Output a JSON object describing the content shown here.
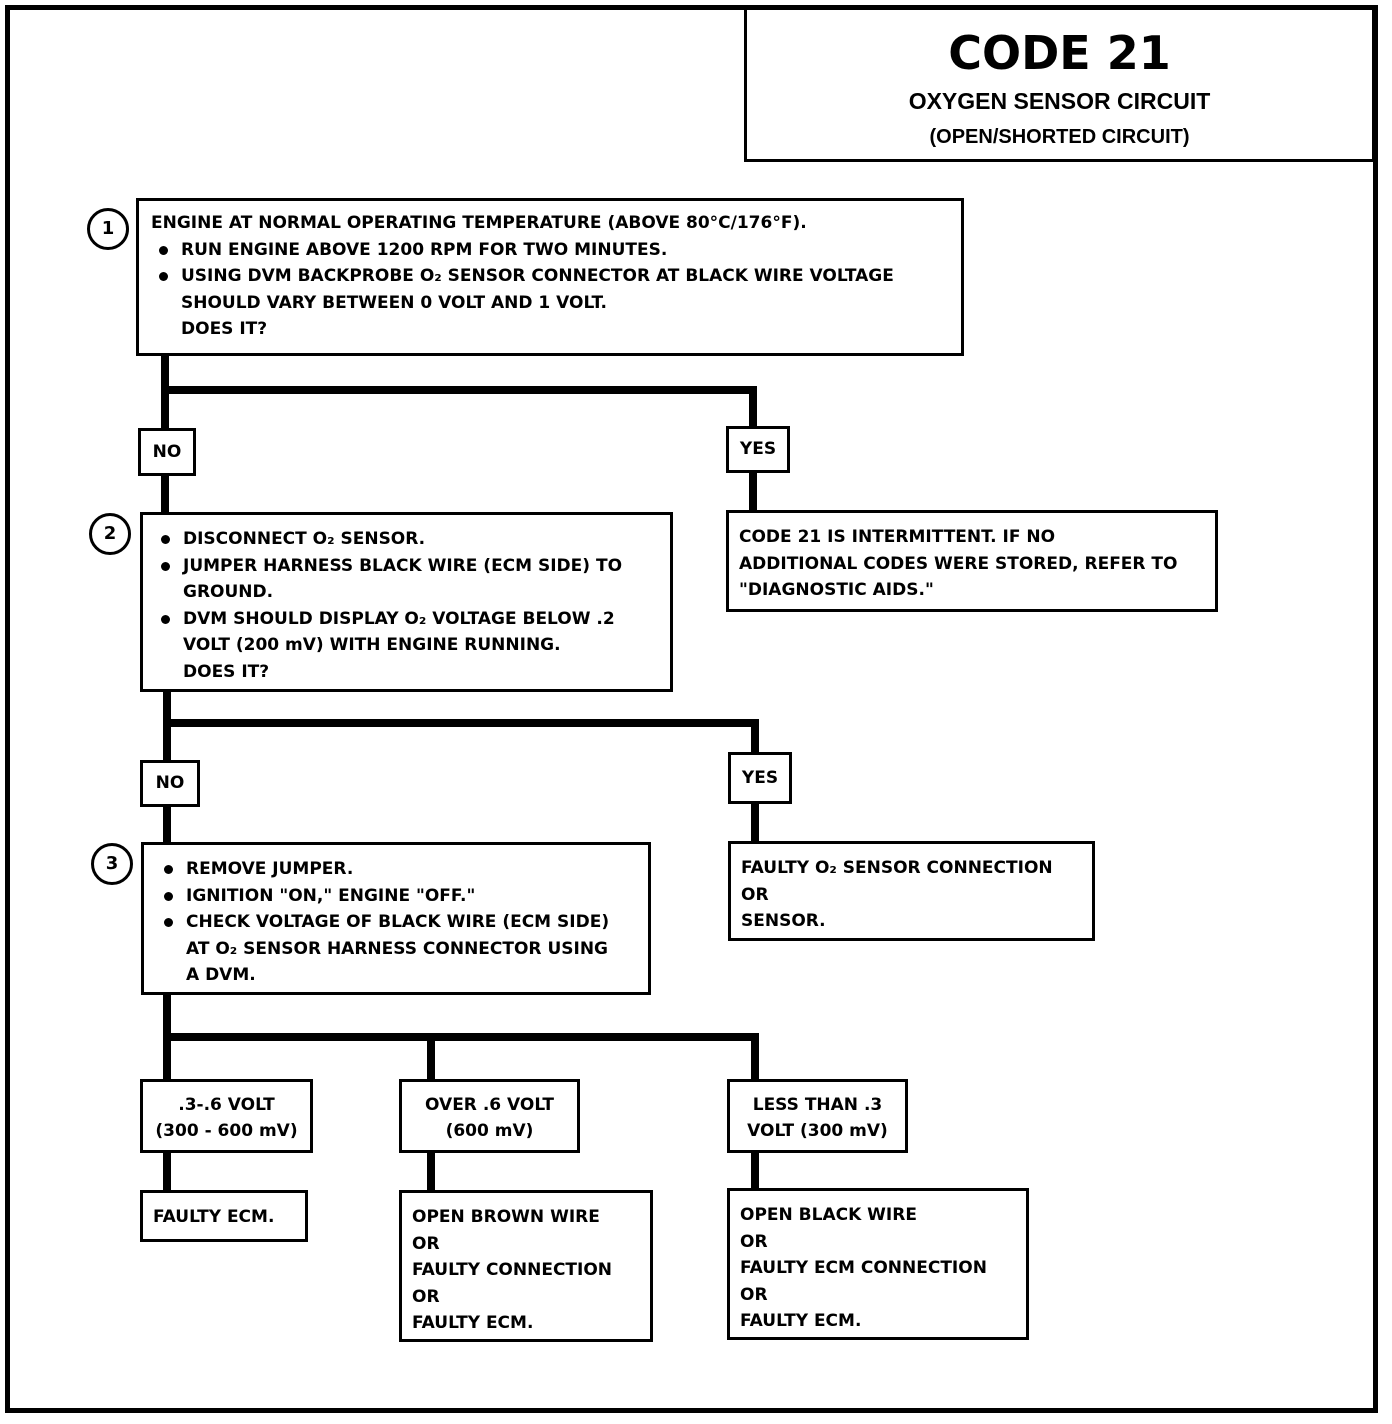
{
  "header": {
    "code": "CODE 21",
    "subtitle": "OXYGEN SENSOR CIRCUIT",
    "subtitle2": "(OPEN/SHORTED CIRCUIT)"
  },
  "steps": [
    {
      "number": "1",
      "lines": [
        "ENGINE AT NORMAL OPERATING TEMPERATURE (ABOVE 80°C/176°F).",
        "RUN ENGINE ABOVE 1200 RPM FOR TWO MINUTES.",
        "USING DVM BACKPROBE O₂ SENSOR CONNECTOR AT BLACK WIRE VOLTAGE",
        "SHOULD VARY BETWEEN 0 VOLT AND 1 VOLT.",
        "DOES IT?"
      ]
    },
    {
      "number": "2",
      "lines": [
        "DISCONNECT O₂ SENSOR.",
        "JUMPER HARNESS BLACK WIRE (ECM SIDE) TO",
        "GROUND.",
        "DVM SHOULD DISPLAY O₂ VOLTAGE BELOW .2",
        "VOLT (200 mV) WITH ENGINE RUNNING.",
        "DOES IT?"
      ]
    },
    {
      "number": "3",
      "lines": [
        "REMOVE JUMPER.",
        "IGNITION \"ON,\"  ENGINE  \"OFF.\"",
        "CHECK VOLTAGE OF BLACK WIRE (ECM SIDE)",
        "AT O₂ SENSOR HARNESS CONNECTOR USING",
        "A DVM."
      ]
    }
  ],
  "labels": {
    "no1": "NO",
    "yes1": "YES",
    "no2": "NO",
    "yes2": "YES",
    "v_mid": [
      ".3-.6 VOLT",
      "(300 - 600 mV)"
    ],
    "v_over": [
      "OVER  .6  VOLT",
      "(600 mV)"
    ],
    "v_less": [
      "LESS THAN .3",
      "VOLT  (300 mV)"
    ]
  },
  "results": {
    "intermittent": [
      "CODE 21 IS INTERMITTENT.  IF NO",
      "ADDITIONAL CODES WERE STORED, REFER TO",
      "\"DIAGNOSTIC AIDS.\""
    ],
    "faulty_sensor": [
      "FAULTY O₂ SENSOR CONNECTION",
      "OR",
      "SENSOR."
    ],
    "faulty_ecm": [
      "FAULTY ECM."
    ],
    "open_brown": [
      "OPEN BROWN WIRE",
      "OR",
      "FAULTY CONNECTION",
      "OR",
      "FAULTY ECM."
    ],
    "open_black": [
      "OPEN BLACK WIRE",
      "OR",
      "FAULTY ECM CONNECTION",
      "OR",
      "FAULTY ECM."
    ]
  }
}
